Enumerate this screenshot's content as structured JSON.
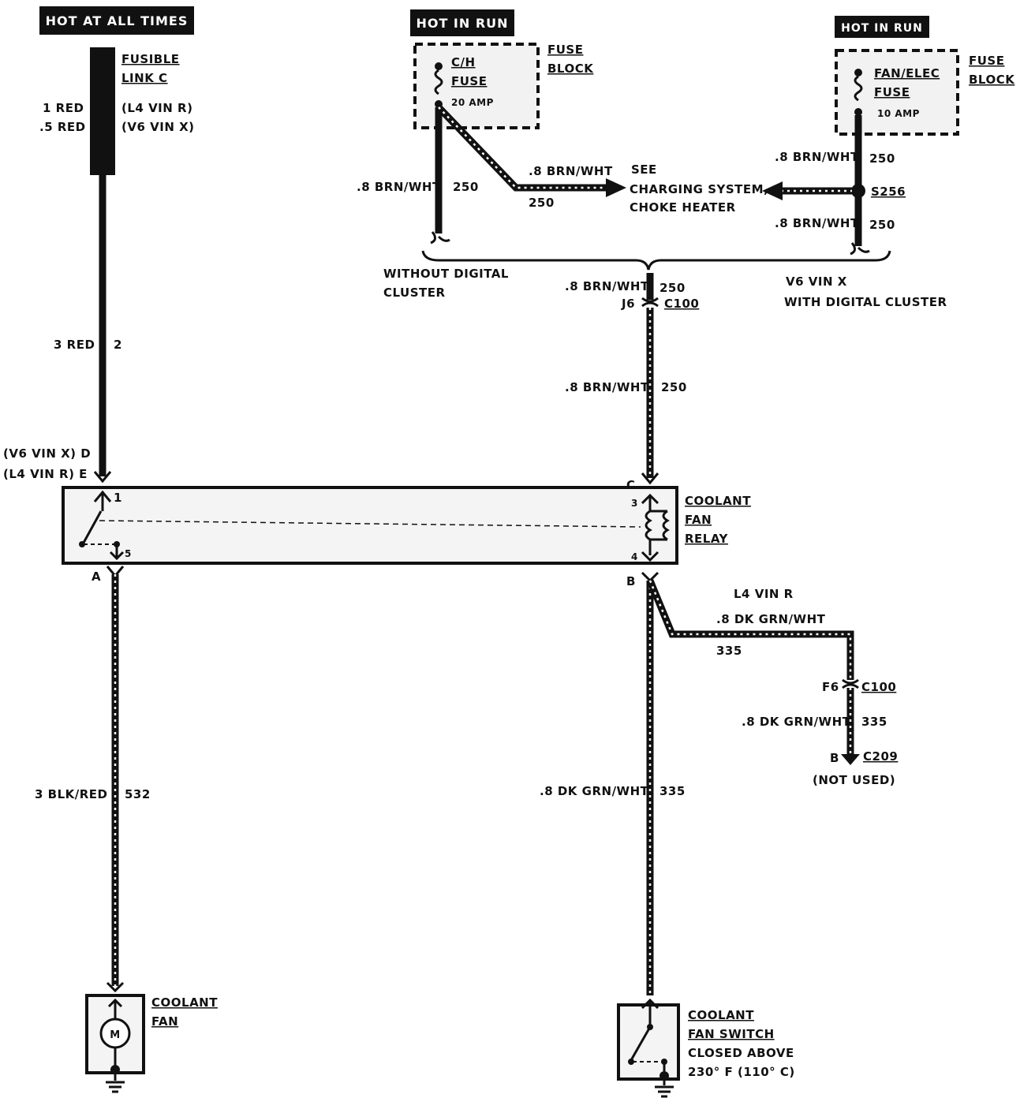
{
  "power": {
    "hot_at_all_times": "HOT AT ALL TIMES",
    "hot_in_run_1": "HOT IN RUN",
    "hot_in_run_2": "HOT IN RUN"
  },
  "fusible_link": {
    "name_line1": "FUSIBLE",
    "name_line2": "LINK C",
    "wire1": "1 RED",
    "wire2": ".5 RED",
    "note1": "(L4 VIN R)",
    "note2": "(V6 VIN X)"
  },
  "fuse_ch": {
    "line1": "C/H",
    "line2": "FUSE",
    "rating": "20 AMP",
    "block1": "FUSE",
    "block2": "BLOCK"
  },
  "fuse_fan": {
    "line1": "FAN/ELEC",
    "line2": "FUSE",
    "rating": "10 AMP",
    "block1": "FUSE",
    "block2": "BLOCK"
  },
  "wires": {
    "brn_wht": ".8 BRN/WHT",
    "c250": "250",
    "red3": "3 RED",
    "c2": "2",
    "blk_red": "3 BLK/RED",
    "c532": "532",
    "dk_grn_wht": ".8 DK GRN/WHT",
    "c335": "335"
  },
  "see": {
    "line1": "SEE",
    "line2": "CHARGING SYSTEM,",
    "line3": "CHOKE HEATER"
  },
  "splice": "S256",
  "options": {
    "without_1": "WITHOUT DIGITAL",
    "without_2": "CLUSTER",
    "with_1": "V6 VIN X",
    "with_2": "WITH DIGITAL CLUSTER"
  },
  "connectors": {
    "j6": "J6",
    "c100": "C100",
    "f6": "F6",
    "c209": "C209",
    "b": "B",
    "not_used": "(NOT USED)"
  },
  "relay": {
    "line1": "COOLANT",
    "line2": "FAN",
    "line3": "RELAY",
    "cav_d": "(V6 VIN X)  D",
    "cav_e": "(L4 VIN R)  E",
    "cav_c": "C",
    "cav_a": "A",
    "cav_b": "B",
    "pin1": "1",
    "pin5": "5",
    "pin3": "3",
    "pin4": "4"
  },
  "l4": "L4 VIN R",
  "coolant_fan": {
    "line1": "COOLANT",
    "line2": "FAN",
    "motor": "M"
  },
  "switch": {
    "line1": "COOLANT",
    "line2": "FAN SWITCH",
    "line3": "CLOSED ABOVE",
    "line4": "230° F (110° C)"
  }
}
